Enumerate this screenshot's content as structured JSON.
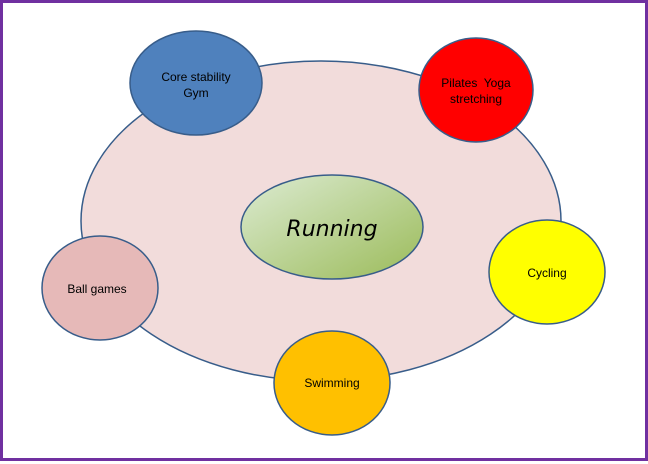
{
  "diagram": {
    "center": {
      "label": "Running"
    },
    "nodes": [
      {
        "id": "core",
        "lines": [
          "Core stability",
          "Gym"
        ],
        "fill": "#4f81bd"
      },
      {
        "id": "pilates",
        "lines": [
          "Pilates  Yoga",
          "stretching"
        ],
        "fill": "#ff0000"
      },
      {
        "id": "cycling",
        "lines": [
          "Cycling"
        ],
        "fill": "#ffff00"
      },
      {
        "id": "swimming",
        "lines": [
          "Swimming"
        ],
        "fill": "#ffc000"
      },
      {
        "id": "ball",
        "lines": [
          "Ball games"
        ],
        "fill": "#e6b9b8"
      }
    ]
  },
  "colors": {
    "frame": "#7030a0",
    "background_ellipse": "#f2dcdb",
    "outline": "#385d8a",
    "center_gradient_start": "#dcebd2",
    "center_gradient_end": "#9bbb59"
  }
}
